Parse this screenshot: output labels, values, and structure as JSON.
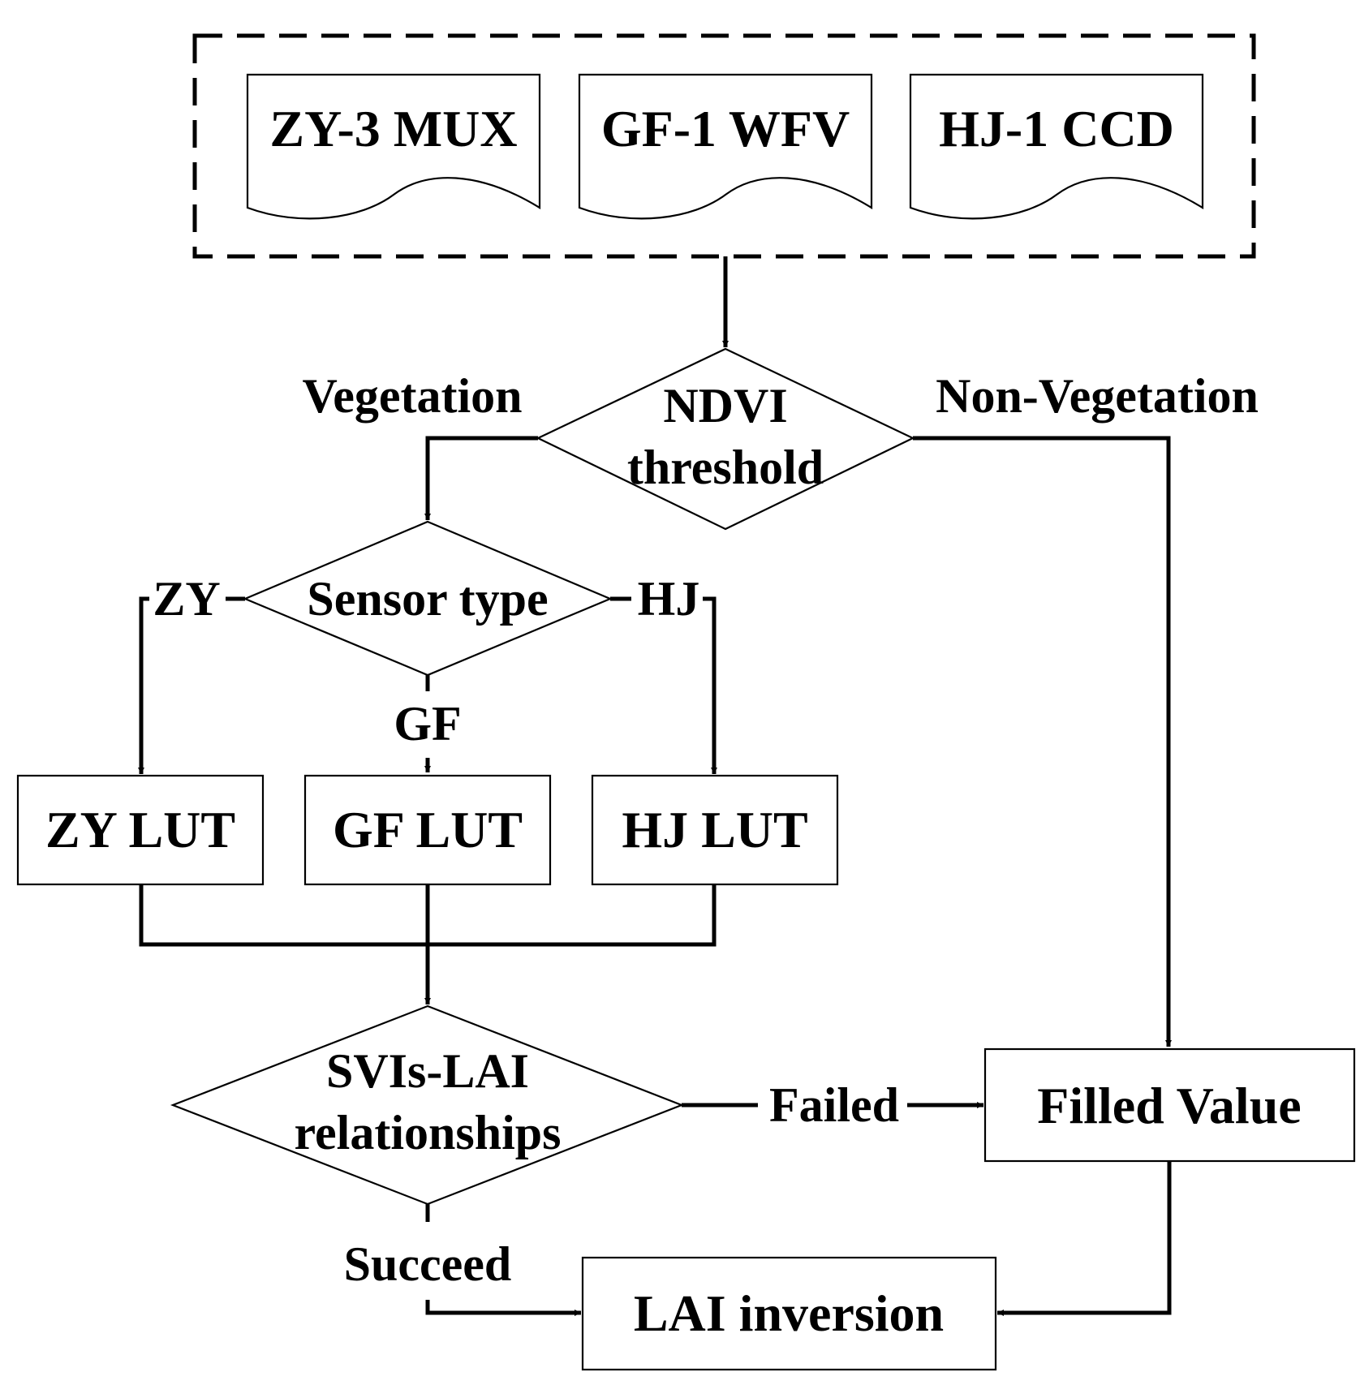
{
  "sources": {
    "zy3": "ZY-3 MUX",
    "gf1": "GF-1 WFV",
    "hj1": "HJ-1 CCD"
  },
  "ndvi": {
    "line1": "NDVI",
    "line2": "threshold",
    "yes_label": "Vegetation",
    "no_label": "Non-Vegetation"
  },
  "sensor": {
    "label": "Sensor type",
    "branch_zy": "ZY",
    "branch_gf": "GF",
    "branch_hj": "HJ"
  },
  "luts": {
    "zy": "ZY LUT",
    "gf": "GF LUT",
    "hj": "HJ LUT"
  },
  "svis": {
    "line1": "SVIs-LAI",
    "line2": "relationships",
    "failed_label": "Failed",
    "succeed_label": "Succeed"
  },
  "filled_value": "Filled Value",
  "lai_inversion": "LAI inversion"
}
